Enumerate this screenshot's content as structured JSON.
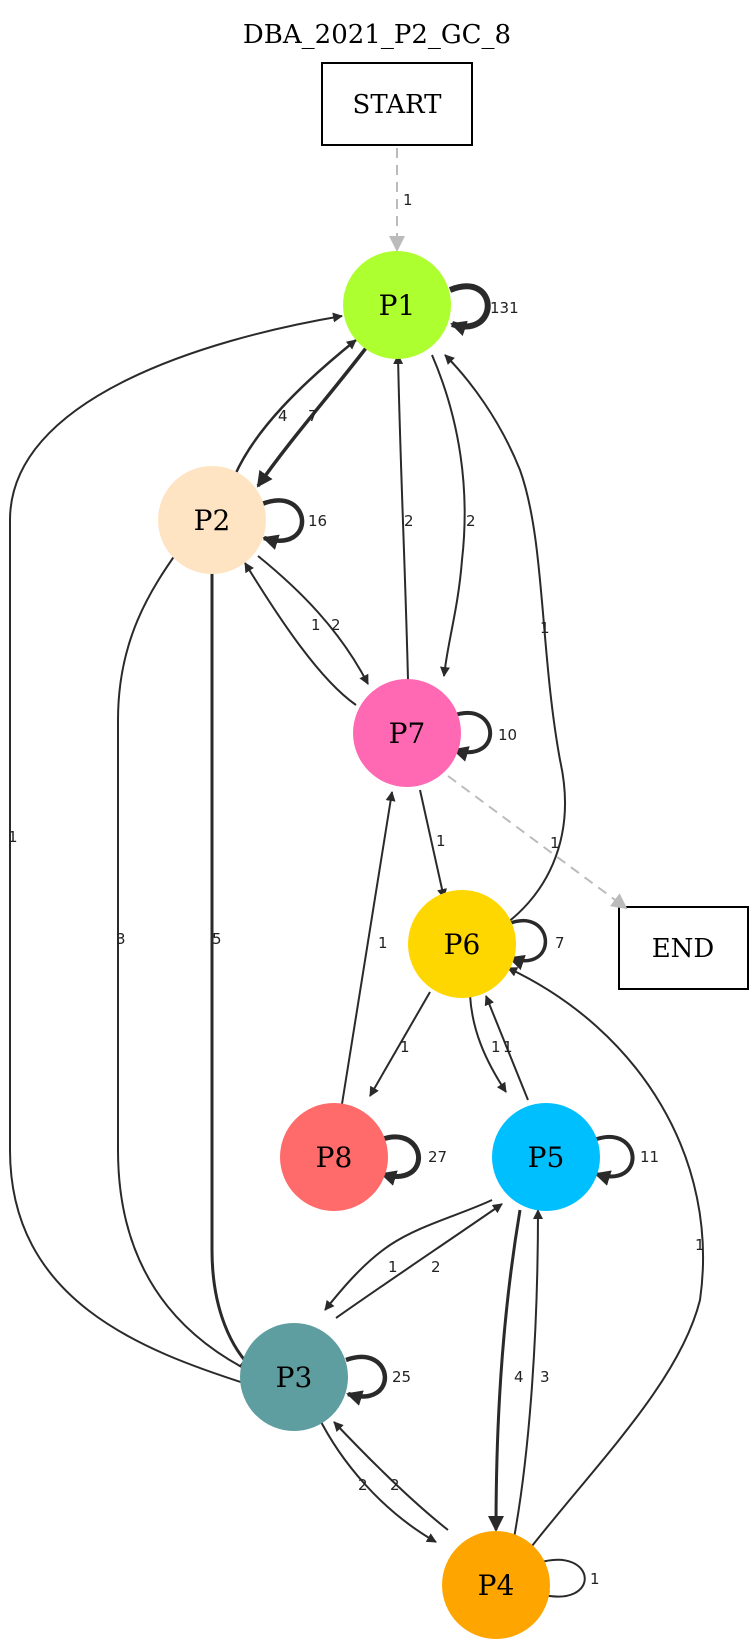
{
  "title": "DBA_2021_P2_GC_8",
  "start_label": "START",
  "end_label": "END",
  "nodes": {
    "p1": {
      "label": "P1",
      "color": "#adff2f"
    },
    "p2": {
      "label": "P2",
      "color": "#ffe4c4"
    },
    "p3": {
      "label": "P3",
      "color": "#5f9ea0"
    },
    "p4": {
      "label": "P4",
      "color": "#ffa500"
    },
    "p5": {
      "label": "P5",
      "color": "#00bfff"
    },
    "p6": {
      "label": "P6",
      "color": "#ffd700"
    },
    "p7": {
      "label": "P7",
      "color": "#ff69b4"
    },
    "p8": {
      "label": "P8",
      "color": "#ff6a6a"
    }
  },
  "edges": {
    "start_p1": "1",
    "p1_p1": "131",
    "p2_p1": "4",
    "p1_p2": "7",
    "p2_p2": "16",
    "p7_p1": "2",
    "p1_p7": "2",
    "p6_p1": "1",
    "p3_p1": "1",
    "p7_p2": "1",
    "p2_p7": "2",
    "p7_p7": "10",
    "p7_end": "1",
    "p7_p6": "1",
    "p3_p2": "3",
    "p2_p3": "5",
    "p6_p6": "7",
    "p6_p8": "1",
    "p8_p7": "1",
    "p6_p5": "1",
    "p5_p6": "1",
    "p8_p8": "27",
    "p5_p5": "11",
    "p5_p3": "1",
    "p3_p5": "2",
    "p3_p3": "25",
    "p5_p4": "4",
    "p4_p5": "3",
    "p4_p6": "1",
    "p3_p4": "2",
    "p4_p3": "2",
    "p4_p4": "1"
  }
}
